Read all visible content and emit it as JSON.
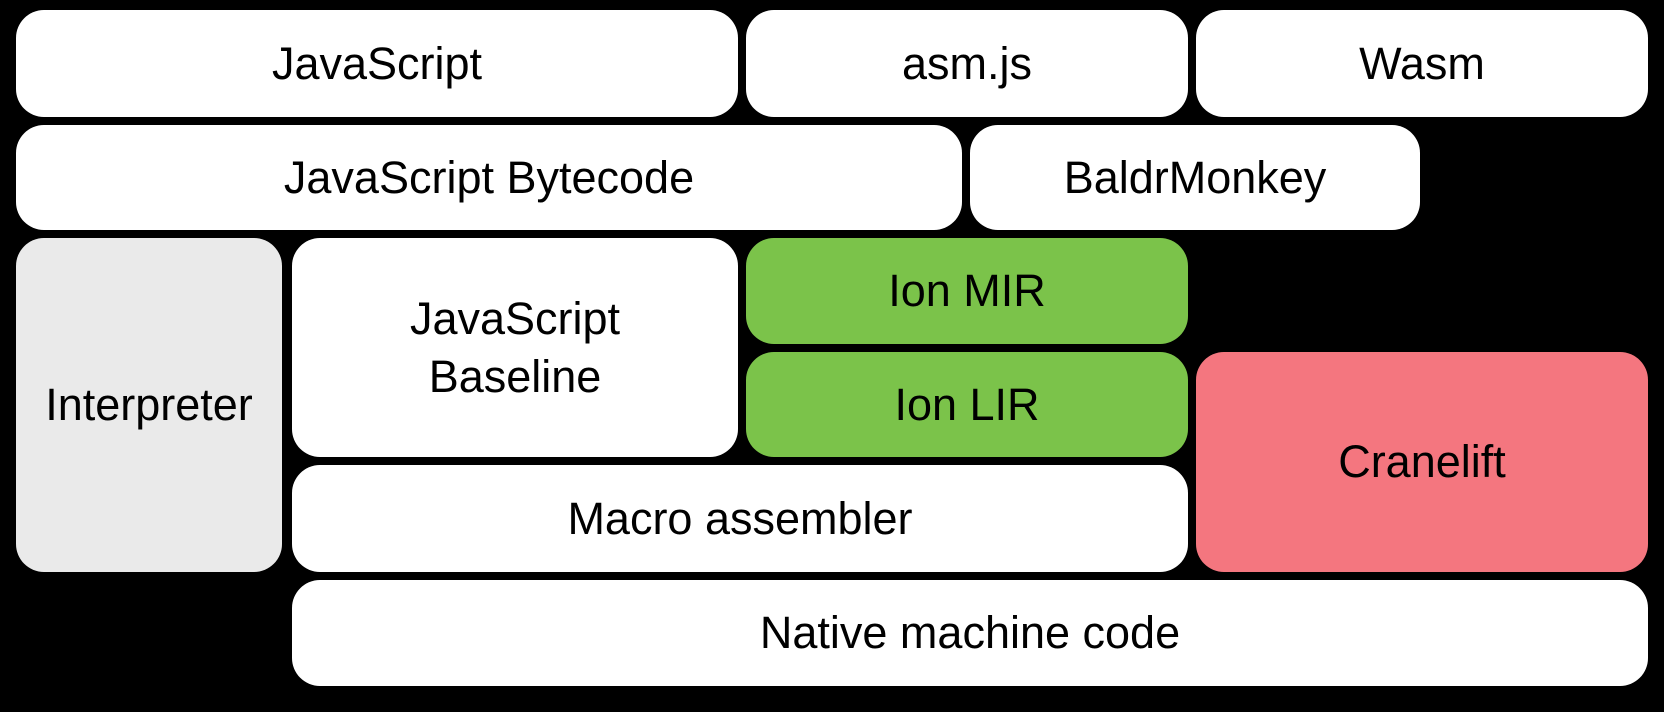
{
  "diagram": {
    "colors": {
      "background": "#000000",
      "box_default": "#FFFFFF",
      "interpreter_gray": "#EAEAEA",
      "ion_green": "#7BC34A",
      "cranelift_pink": "#F4767F",
      "text": "#000000"
    },
    "boxes": {
      "javascript": {
        "label": "JavaScript",
        "fill": "#FFFFFF"
      },
      "asmjs": {
        "label": "asm.js",
        "fill": "#FFFFFF"
      },
      "wasm": {
        "label": "Wasm",
        "fill": "#FFFFFF"
      },
      "js_bytecode": {
        "label": "JavaScript Bytecode",
        "fill": "#FFFFFF"
      },
      "baldrmonkey": {
        "label": "BaldrMonkey",
        "fill": "#FFFFFF"
      },
      "interpreter": {
        "label": "Interpreter",
        "fill": "#EAEAEA"
      },
      "js_baseline": {
        "label": "JavaScript\nBaseline",
        "fill": "#FFFFFF"
      },
      "ion_mir": {
        "label": "Ion MIR",
        "fill": "#7BC34A"
      },
      "ion_lir": {
        "label": "Ion LIR",
        "fill": "#7BC34A"
      },
      "cranelift": {
        "label": "Cranelift",
        "fill": "#F4767F"
      },
      "macro_assembler": {
        "label": "Macro assembler",
        "fill": "#FFFFFF"
      },
      "native_code": {
        "label": "Native machine code",
        "fill": "#FFFFFF"
      }
    }
  }
}
